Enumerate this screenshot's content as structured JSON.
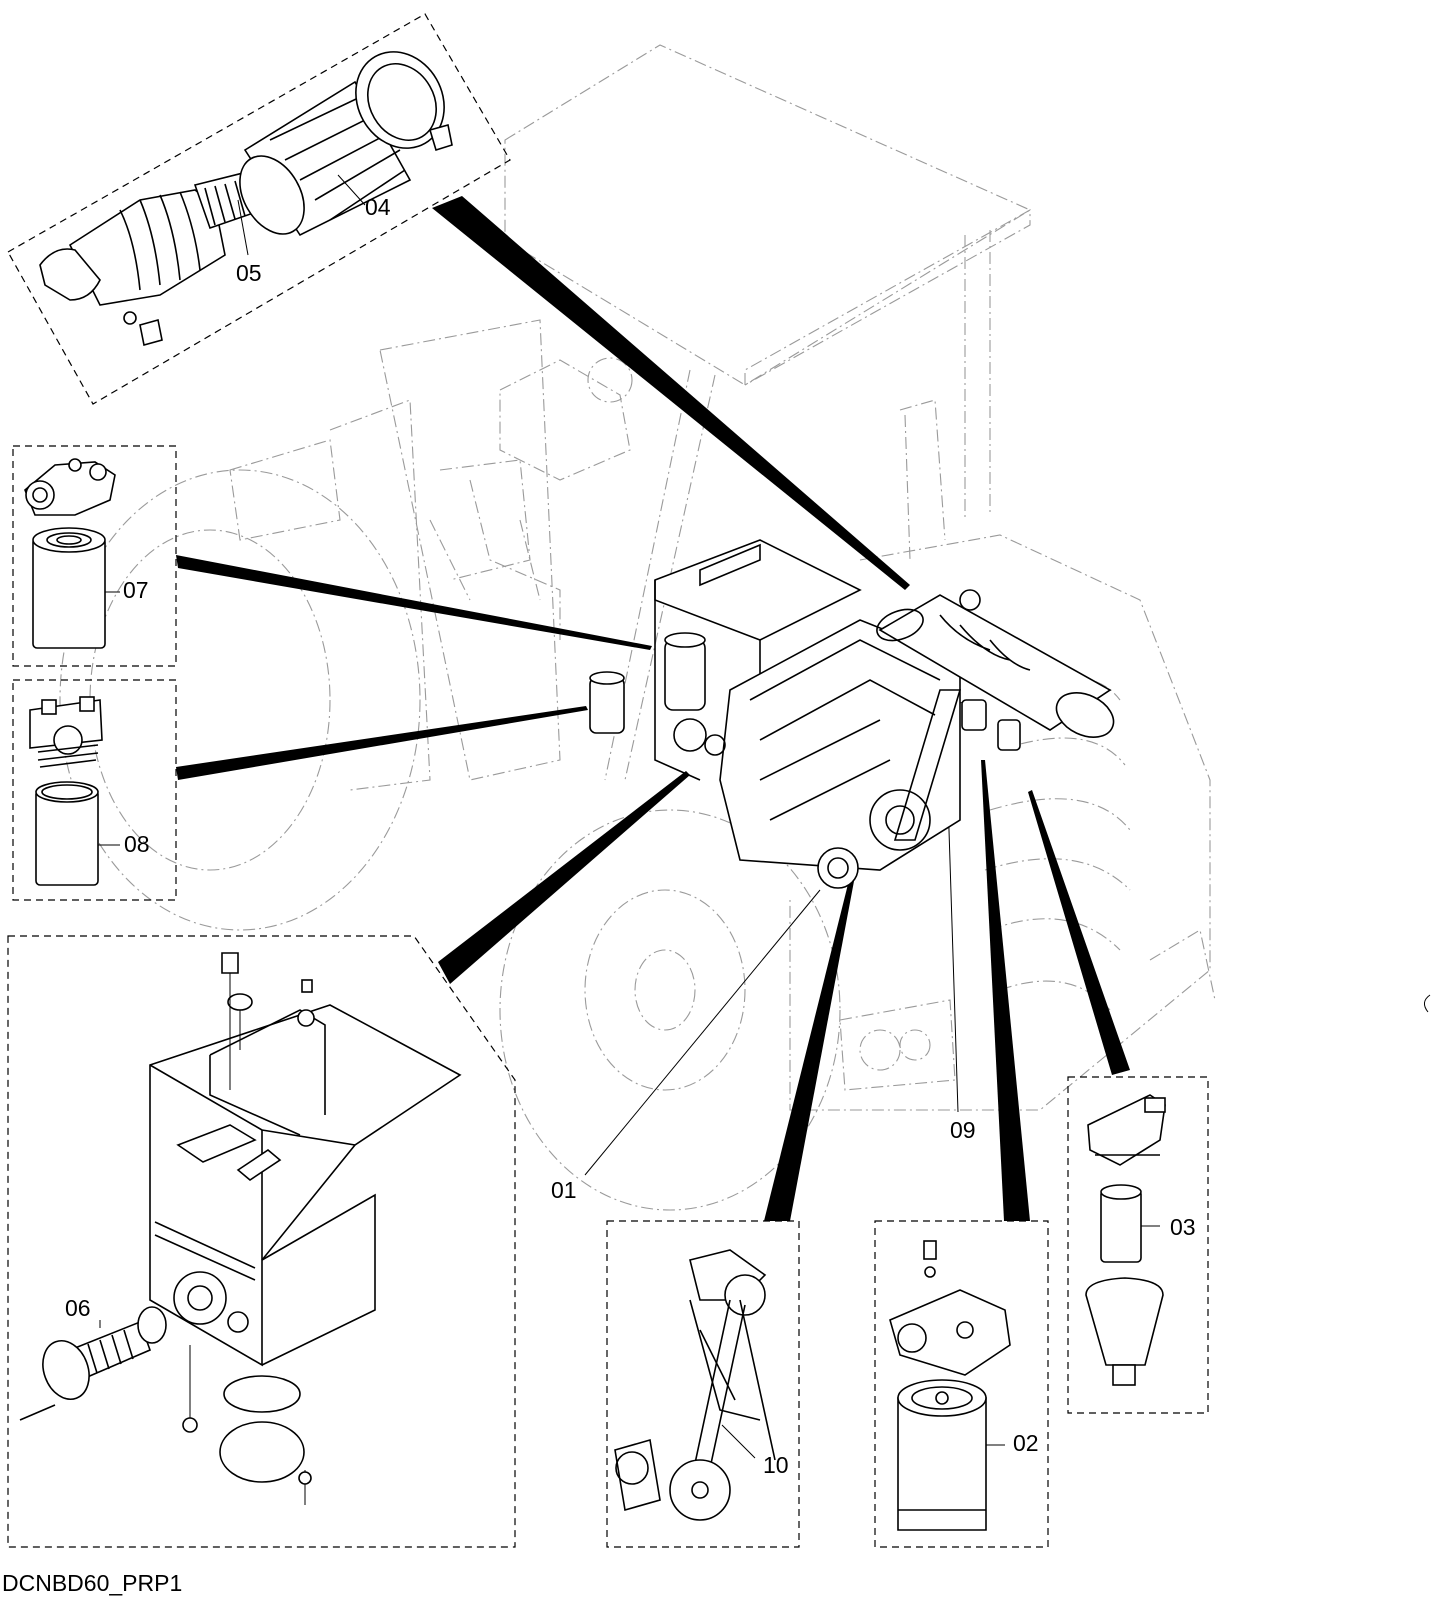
{
  "drawing_code": "DCNBD60_PRP1",
  "callouts": {
    "c01": "01",
    "c02": "02",
    "c03": "03",
    "c04": "04",
    "c05": "05",
    "c06": "06",
    "c07": "07",
    "c08": "08",
    "c09": "09",
    "c10": "10"
  }
}
